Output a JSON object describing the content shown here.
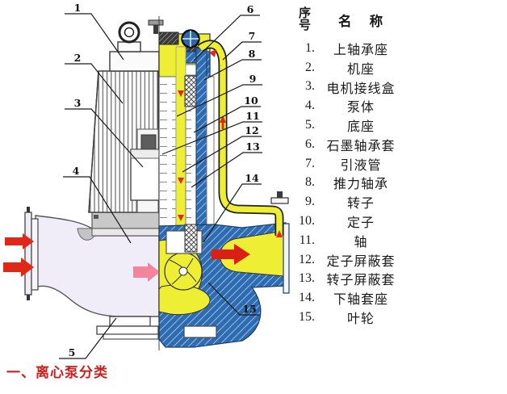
{
  "legend": {
    "header": {
      "col_num": "序号",
      "col_name": "名 称"
    },
    "items": [
      {
        "num": "1.",
        "name": "上轴承座"
      },
      {
        "num": "2.",
        "name": "机座"
      },
      {
        "num": "3.",
        "name": "电机接线盒"
      },
      {
        "num": "4.",
        "name": "泵体"
      },
      {
        "num": "5.",
        "name": "底座"
      },
      {
        "num": "6.",
        "name": "石墨轴承套"
      },
      {
        "num": "7.",
        "name": "引液管"
      },
      {
        "num": "8.",
        "name": "推力轴承"
      },
      {
        "num": "9.",
        "name": "转子"
      },
      {
        "num": "10.",
        "name": "定子"
      },
      {
        "num": "11.",
        "name": "轴"
      },
      {
        "num": "12.",
        "name": "定子屏蔽套"
      },
      {
        "num": "13.",
        "name": "转子屏蔽套"
      },
      {
        "num": "14.",
        "name": "下轴套座"
      },
      {
        "num": "15.",
        "name": "叶轮"
      }
    ]
  },
  "diagram": {
    "callouts": [
      "1",
      "2",
      "3",
      "4",
      "5",
      "6",
      "7",
      "8",
      "9",
      "10",
      "11",
      "12",
      "13",
      "14",
      "15"
    ]
  },
  "footer": {
    "heading": "一、离心泵分类"
  },
  "colors": {
    "liquid_yellow": "#eeee34",
    "casing_blue": "#2e6cb2",
    "flow_red": "#e02818",
    "suction_body_pink": "#f1edf8",
    "inlet_internal_arrow_pink": "#f2849c",
    "heading_red": "#c92020"
  }
}
